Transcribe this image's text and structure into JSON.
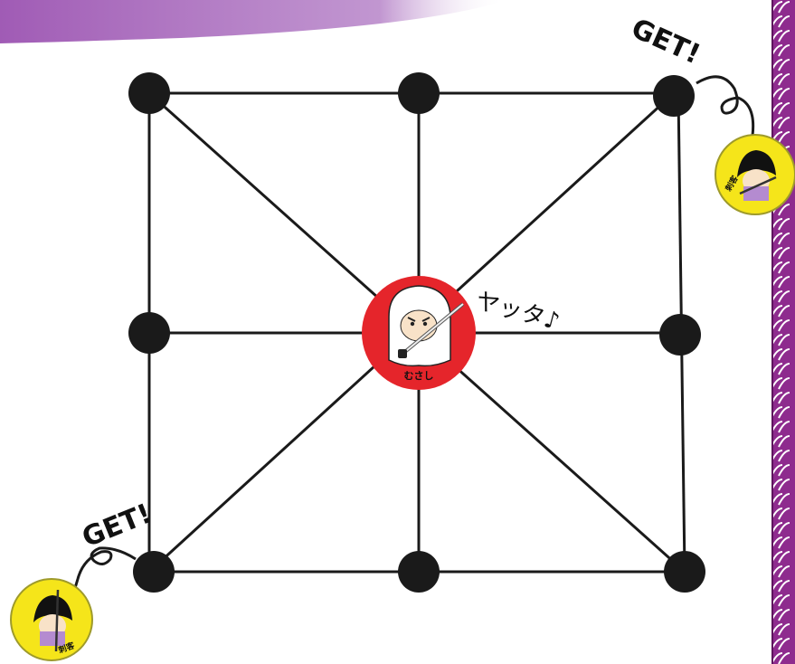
{
  "board": {
    "type": "3x3 alquerque-style grid with diagonals",
    "nodes": [
      {
        "id": "top-left",
        "occupied": "black-stone"
      },
      {
        "id": "top-center",
        "occupied": "black-stone"
      },
      {
        "id": "top-right",
        "occupied": "black-stone"
      },
      {
        "id": "middle-left",
        "occupied": "black-stone"
      },
      {
        "id": "center",
        "occupied": "player-piece-musashi"
      },
      {
        "id": "middle-right",
        "occupied": "black-stone"
      },
      {
        "id": "bottom-left",
        "occupied": "black-stone"
      },
      {
        "id": "bottom-center",
        "occupied": "black-stone"
      },
      {
        "id": "bottom-right",
        "occupied": "black-stone"
      }
    ]
  },
  "pieces": {
    "player": {
      "label": "むさし",
      "color": "#e5252b"
    },
    "opponents": [
      {
        "label": "刺客",
        "color": "#f5e51a",
        "corner": "top-right"
      },
      {
        "label": "刺客",
        "color": "#f5e51a",
        "corner": "bottom-left"
      }
    ]
  },
  "annotations": {
    "get_top": "GET!",
    "get_bottom": "GET!",
    "exclaim": "ヤッタ♪"
  },
  "colors": {
    "stone": "#1a1a1a",
    "line": "#1a1a1a",
    "banner": "#a05bb5",
    "border_purple": "#8e2b8e"
  }
}
